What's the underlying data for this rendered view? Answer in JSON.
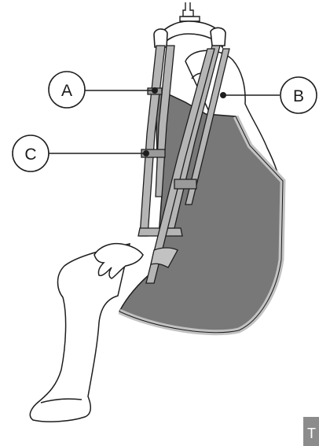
{
  "callouts": {
    "a": {
      "label": "A"
    },
    "b": {
      "label": "B"
    },
    "c": {
      "label": "C"
    }
  },
  "corner_tab": {
    "label": "T"
  },
  "colors": {
    "sling_fabric": "#787878",
    "sling_edge": "#c2c2c2",
    "outline": "#1e1e1e",
    "tab_bg": "#8c8c8c",
    "tab_text": "#ffffff"
  }
}
